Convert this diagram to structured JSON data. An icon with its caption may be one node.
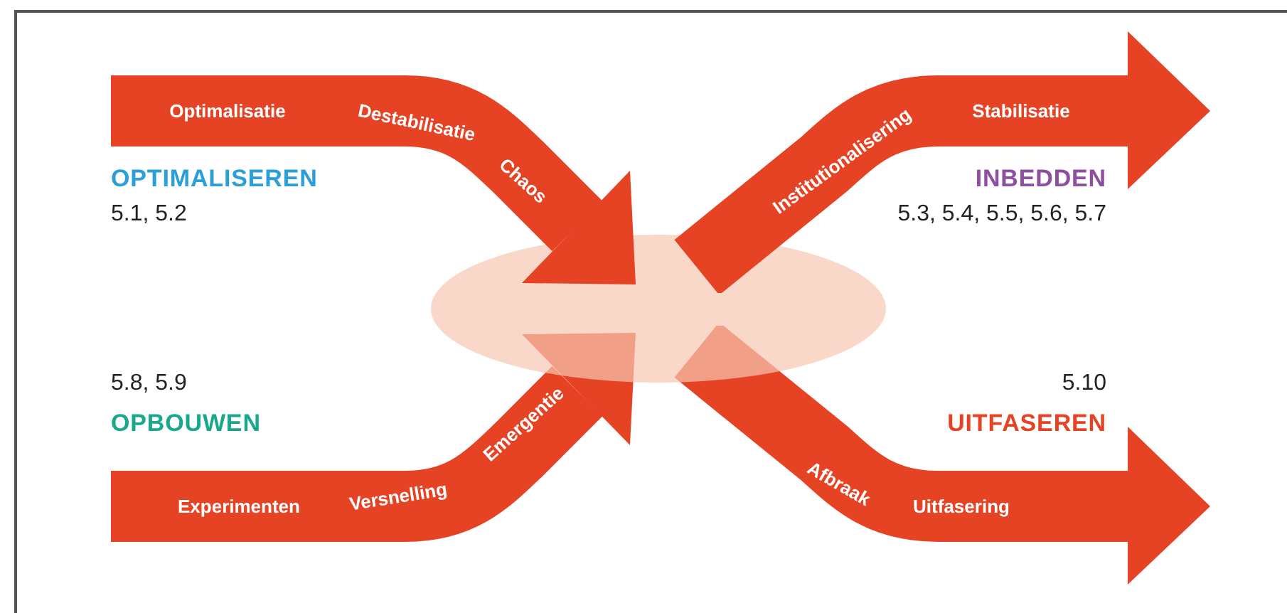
{
  "diagram": {
    "nodes": [
      {
        "text": [
          "Optimalisatie",
          "Destabilisatie",
          "Chaos"
        ]
      },
      {
        "text": [
          "Institutionalisering",
          "Stabilisatie"
        ]
      },
      {
        "text": [],
        "shape": "ellipse"
      },
      {
        "text": [
          "Experimenten",
          "Versnelling",
          "Emergentie"
        ]
      },
      {
        "text": [
          "Afbraak",
          "Uitfasering"
        ]
      }
    ],
    "labels": [
      "OPTIMALISEREN",
      "INBEDDEN",
      "5.1, 5.2",
      "5.3, 5.4, 5.5, 5.6, 5.7",
      "5.8, 5.9",
      "5.10",
      "OPBOUWEN",
      "UITFASEREN"
    ]
  }
}
